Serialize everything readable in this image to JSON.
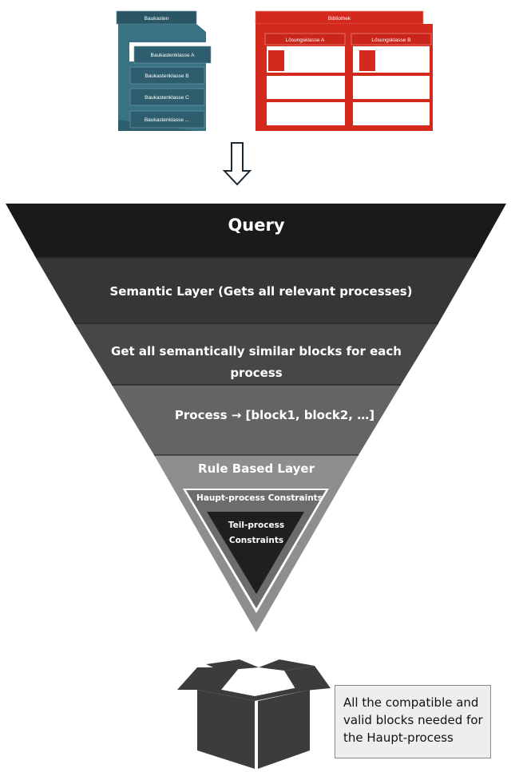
{
  "baukasten": {
    "title": "Baukasten",
    "classes": [
      "Baukastenklasse A",
      "Baukastenklasse B",
      "Baukastenklasse C",
      "Baukastenklasse ..."
    ],
    "color": "#2f5f6f"
  },
  "bibliothek": {
    "title": "Bibliothek",
    "classes": [
      "Lösungsklasse A",
      "Lösungsklasse B"
    ],
    "color": "#d42a1e"
  },
  "funnel": {
    "query": "Query",
    "semantic": "Semantic Layer (Gets all relevant processes)",
    "similar_line1": "Get all semantically similar blocks for each",
    "similar_line2": "process",
    "process_map": "Process → [block1, block2, …]",
    "rule": "Rule Based Layer",
    "haupt": "Haupt-process Constraints",
    "teil_line1": "Teil-process",
    "teil_line2": "Constraints"
  },
  "output": {
    "caption": "All the compatible and valid blocks needed for the Haupt-process"
  }
}
